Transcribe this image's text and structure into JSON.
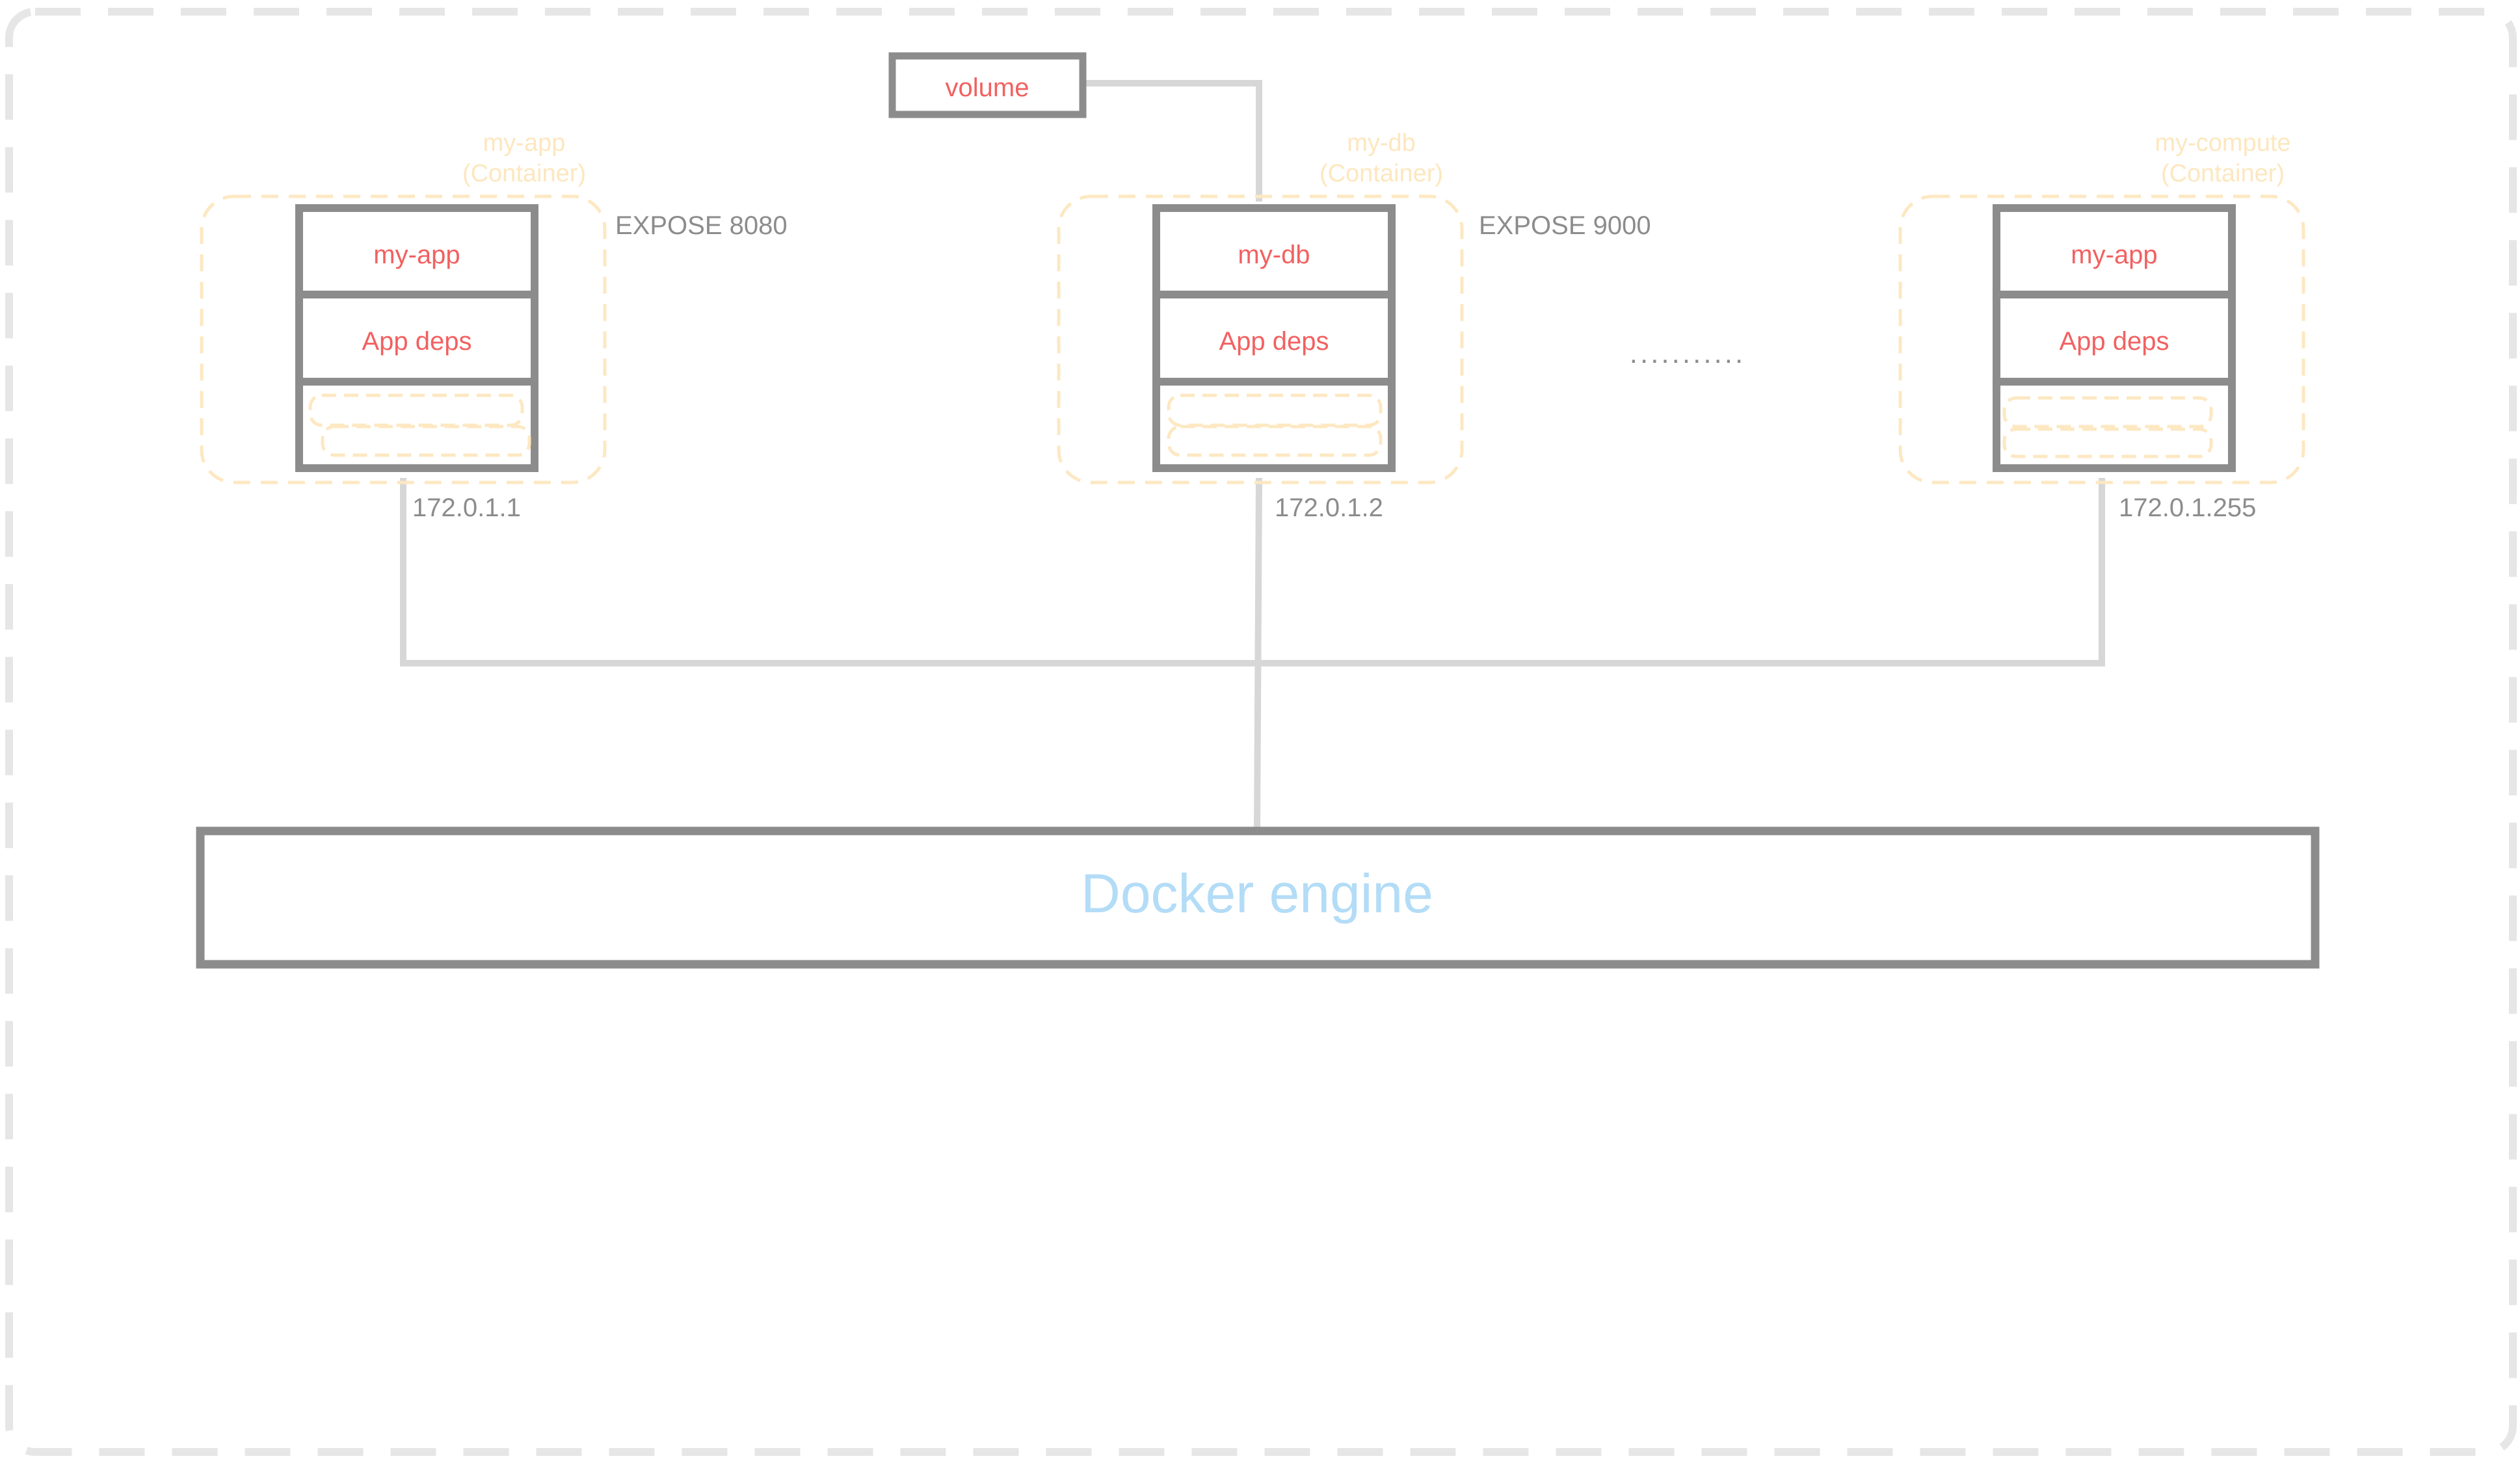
{
  "volume": {
    "label": "volume"
  },
  "containers": [
    {
      "caption_name": "my-app",
      "caption_type": "(Container)",
      "layers": [
        "my-app",
        "App deps"
      ],
      "expose": "EXPOSE 8080",
      "ip": "172.0.1.1"
    },
    {
      "caption_name": "my-db",
      "caption_type": "(Container)",
      "layers": [
        "my-db",
        "App deps"
      ],
      "expose": "EXPOSE 9000",
      "ip": "172.0.1.2"
    },
    {
      "caption_name": "my-compute",
      "caption_type": "(Container)",
      "layers": [
        "my-app",
        "App deps"
      ],
      "expose": "",
      "ip": "172.0.1.255"
    }
  ],
  "ellipsis": "...........",
  "engine": {
    "label": "Docker engine"
  },
  "colors": {
    "layer_text": "#f26161",
    "box_stroke": "#8c8c8c",
    "connector": "#d7d7d7",
    "container_outline": "#fde8c2",
    "caption_text": "#fde7bf",
    "info_text": "#8c8c8c",
    "engine_text": "#b3dcf7",
    "frame_dash": "#e6e6e6"
  }
}
